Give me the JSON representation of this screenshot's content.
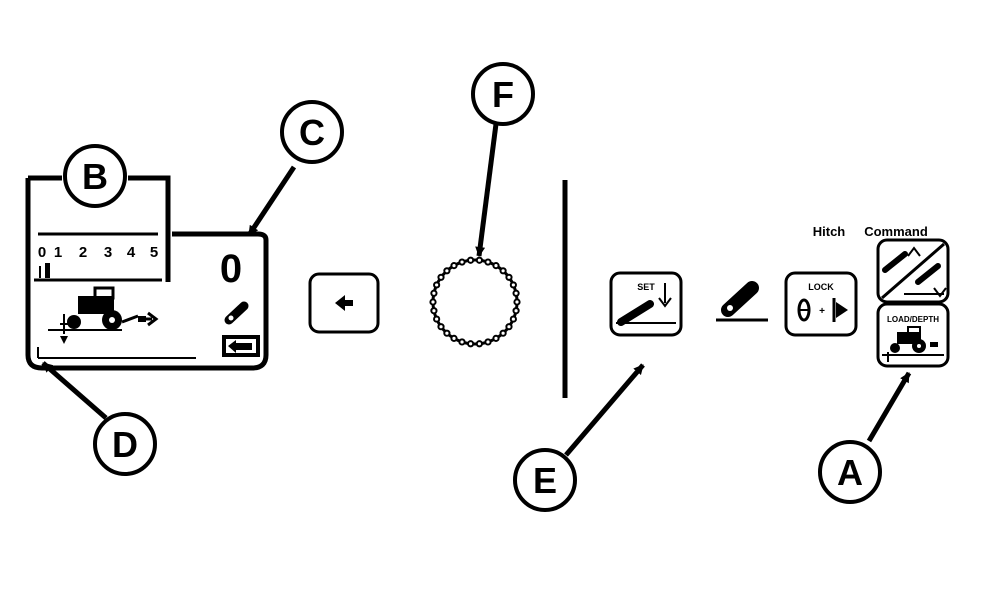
{
  "callouts": {
    "a": "A",
    "b": "B",
    "c": "C",
    "d": "D",
    "e": "E",
    "f": "F"
  },
  "display": {
    "scale_labels": [
      "0",
      "1",
      "2",
      "3",
      "4",
      "5"
    ],
    "readout": "0"
  },
  "controls": {
    "set_label": "SET",
    "lock_label": "LOCK",
    "load_depth_label": "LOAD/DEPTH",
    "hitch_label": "Hitch",
    "command_label": "Command"
  }
}
